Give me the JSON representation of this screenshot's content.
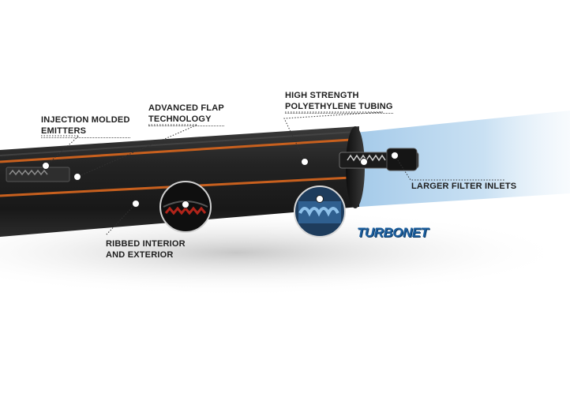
{
  "callouts": {
    "injection_molded": [
      "INJECTION MOLDED",
      "EMITTERS"
    ],
    "advanced_flap": [
      "ADVANCED FLAP",
      "TECHNOLOGY"
    ],
    "high_strength": [
      "HIGH STRENGTH",
      "POLYETHYLENE TUBING"
    ],
    "larger_filter": [
      "LARGER FILTER INLETS"
    ],
    "ribbed": [
      "RIBBED INTERIOR",
      "AND EXTERIOR"
    ]
  },
  "brand": "TURBONET",
  "colors": {
    "tube": "#232323",
    "stripe": "#c8601e",
    "water": "#a9cdea",
    "brand": "#1d5f9e",
    "emitter_blue": "#6fa8dc",
    "ribbed_red": "#b0241a"
  },
  "icons": [
    "marker-dot",
    "emitter-insert-icon",
    "ribbed-detail-icon",
    "turbonet-detail-icon",
    "filter-inlet-icon"
  ]
}
